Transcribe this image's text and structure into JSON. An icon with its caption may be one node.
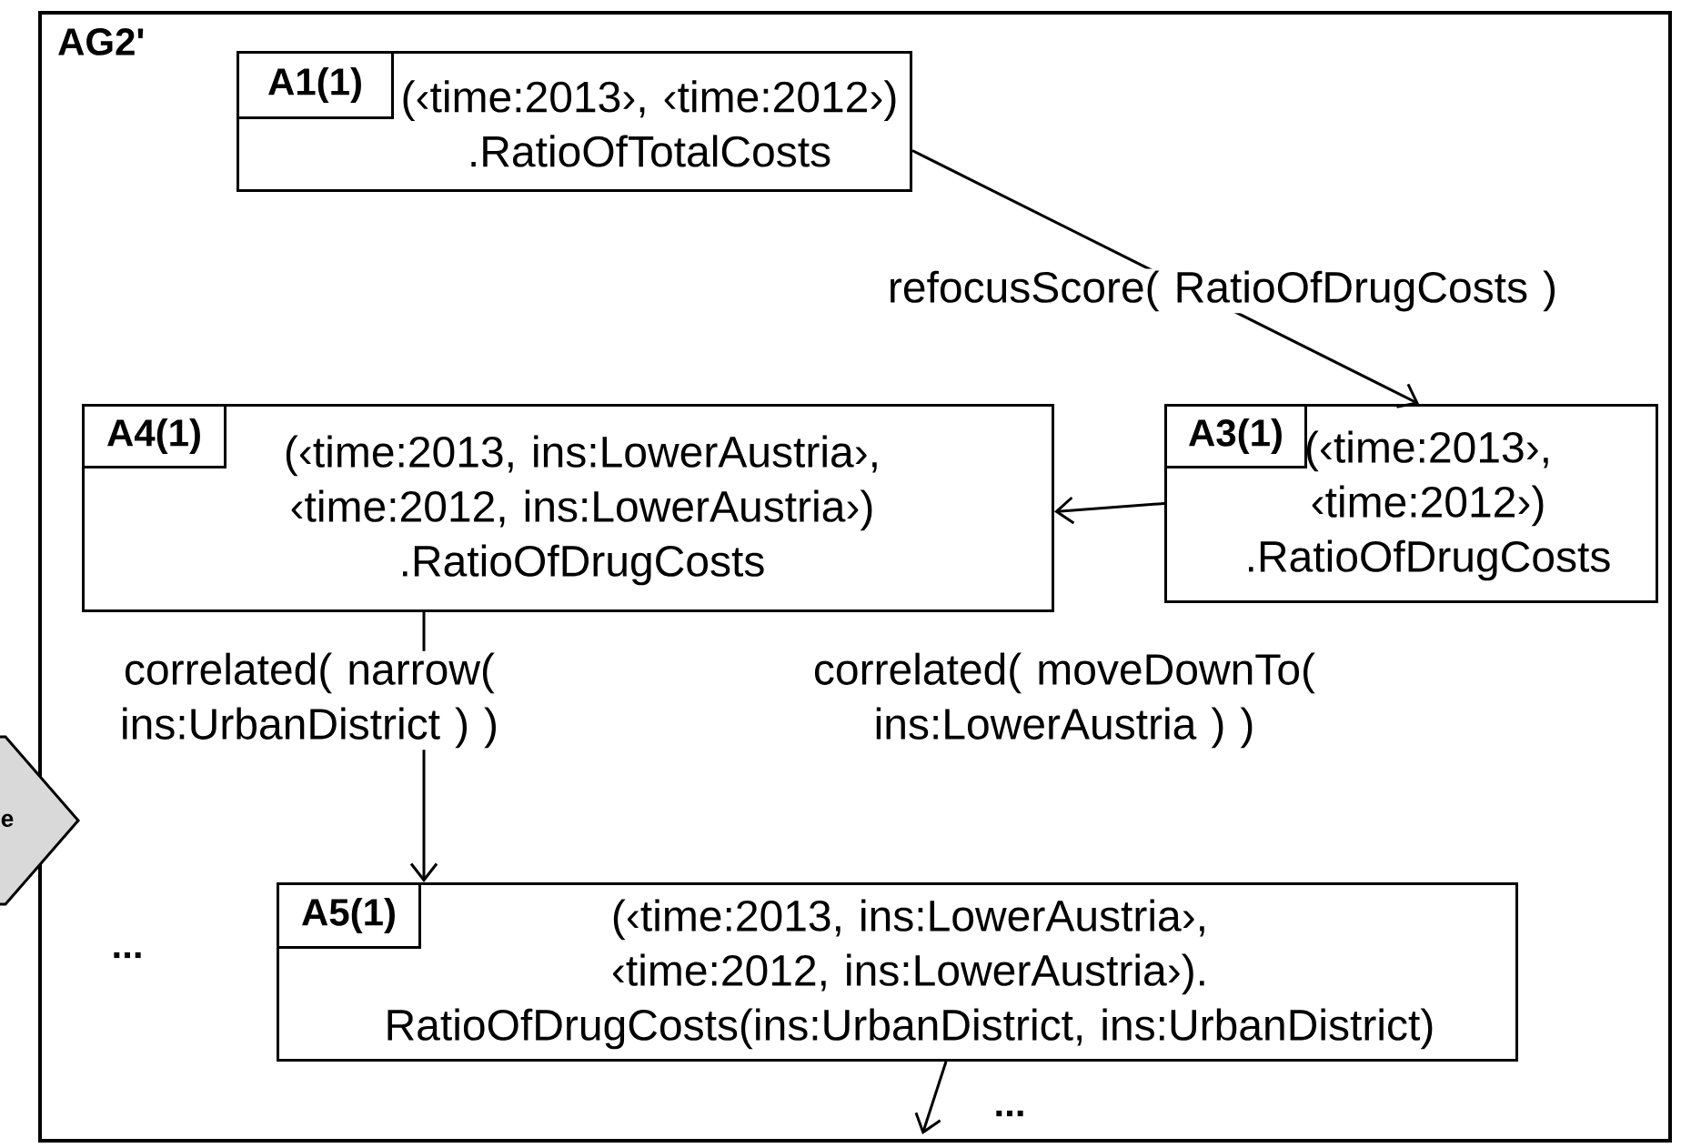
{
  "diagram": {
    "nodes": [
      {
        "text": [
          "AG2'"
        ]
      },
      {
        "text": [
          "A1(1)",
          "(‹time:2013›, ‹time:2012›) .RatioOfTotalCosts"
        ],
        "in": 0
      },
      {
        "text": [
          "A4(1)",
          "(‹time:2013, ins:LowerAustria›, ‹time:2012, ins:LowerAustria›) .RatioOfDrugCosts"
        ],
        "in": 0
      },
      {
        "text": [
          "A3(1)",
          "(‹time:2013›, ‹time:2012›) .RatioOfDrugCosts"
        ],
        "in": 0
      },
      {
        "text": [
          "A5(1)",
          "(‹time:2013, ins:LowerAustria›, ‹time:2012, ins:LowerAustria›). RatioOfDrugCosts(ins:UrbanDistrict, ins:UrbanDistrict)"
        ],
        "in": 0
      },
      {
        "text": [
          "e"
        ]
      }
    ],
    "edges": [
      {
        "from": 1,
        "to": 3,
        "arrow": "to",
        "label": "refocusScore( RatioOfDrugCosts )"
      },
      {
        "from": 3,
        "to": 2,
        "arrow": "to",
        "label": "correlated( moveDownTo( ins:LowerAustria ) )"
      },
      {
        "from": 2,
        "to": 4,
        "arrow": "to",
        "label": "correlated( narrow( ins:UrbanDistrict ) )"
      },
      {
        "from": 4,
        "to": null,
        "arrow": "to"
      }
    ],
    "labels": [
      "...",
      "..."
    ]
  }
}
